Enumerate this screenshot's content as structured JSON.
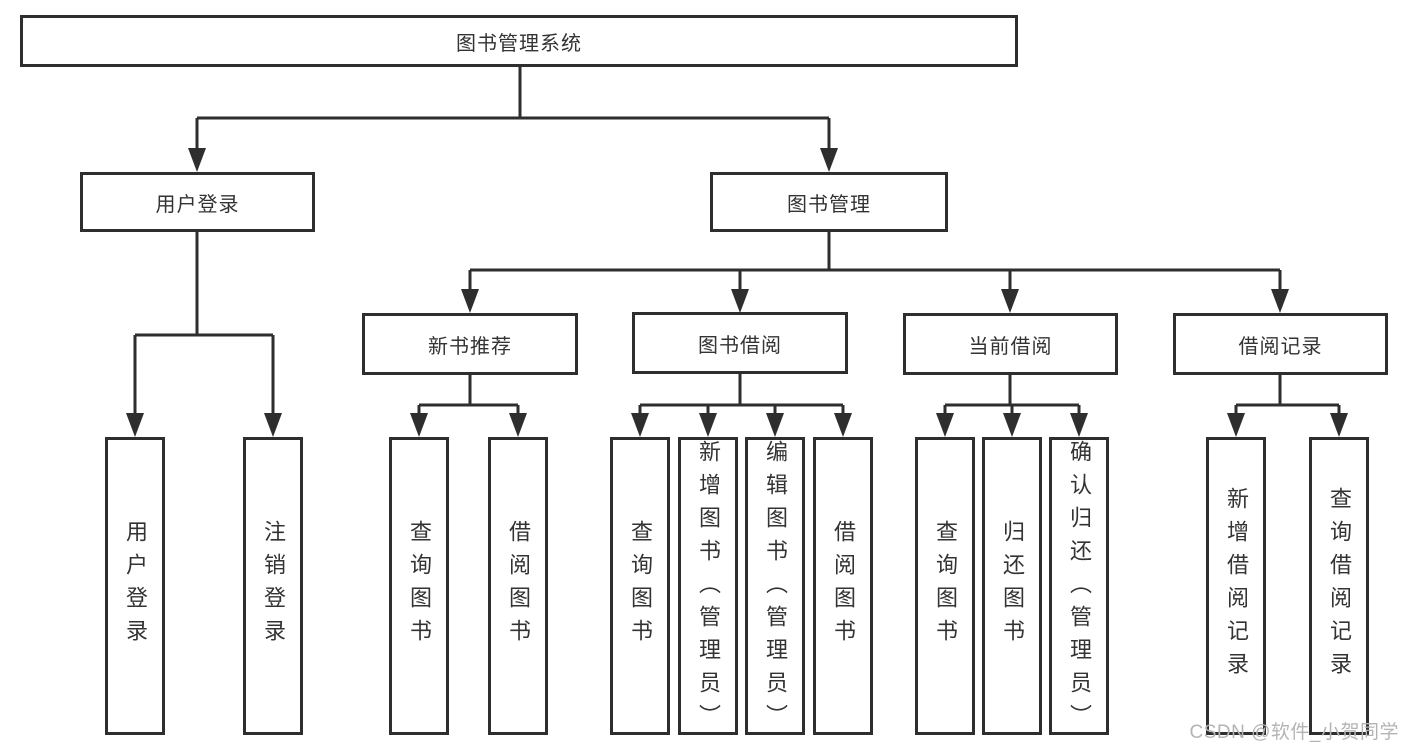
{
  "tree": {
    "root": "图书管理系统",
    "login": {
      "label": "用户登录",
      "children": [
        "用户登录",
        "注销登录"
      ]
    },
    "management": {
      "label": "图书管理",
      "sections": [
        {
          "label": "新书推荐",
          "children": [
            "查询图书",
            "借阅图书"
          ]
        },
        {
          "label": "图书借阅",
          "children": [
            "查询图书",
            "新增图书（管理员）",
            "编辑图书（管理员）",
            "借阅图书"
          ]
        },
        {
          "label": "当前借阅",
          "children": [
            "查询图书",
            "归还图书",
            "确认归还（管理员）"
          ]
        },
        {
          "label": "借阅记录",
          "children": [
            "新增借阅记录",
            "查询借阅记录"
          ]
        }
      ]
    }
  },
  "watermark": "CSDN @软件_小贺同学",
  "colors": {
    "line": "#2e2e2e",
    "box_border": "#2e2e2e",
    "text": "#333333",
    "background": "#ffffff",
    "watermark": "#b4b4b4"
  }
}
